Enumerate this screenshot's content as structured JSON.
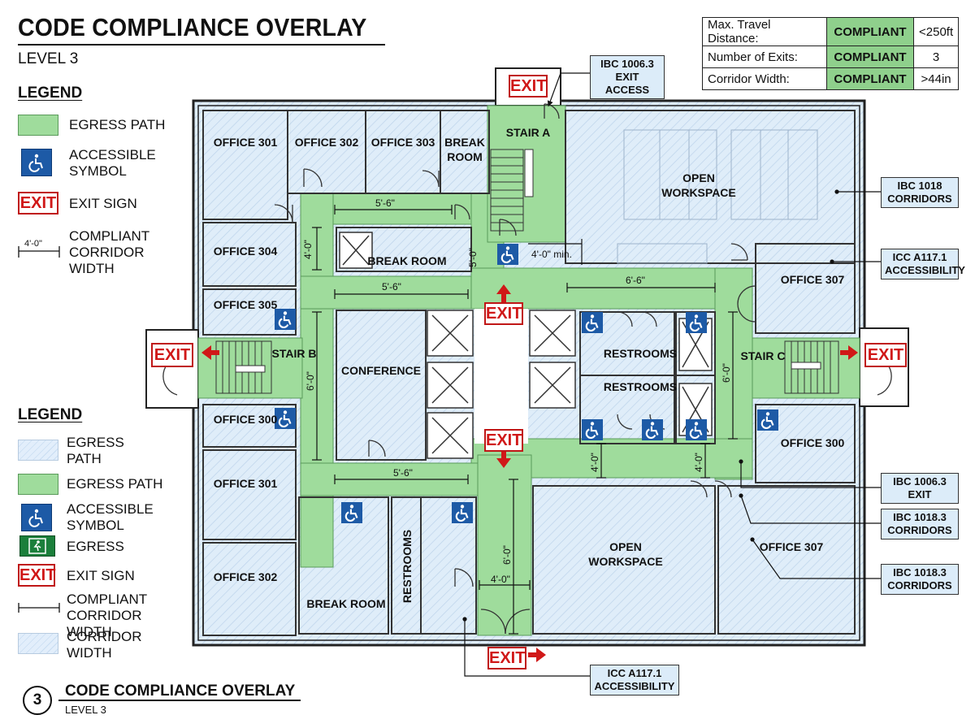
{
  "title": "CODE COMPLIANCE OVERLAY",
  "subtitle": "LEVEL 3",
  "legend1": {
    "heading": "LEGEND",
    "items": [
      "EGRESS PATH",
      "ACCESSIBLE SYMBOL",
      "EXIT SIGN",
      "COMPLIANT CORRIDOR WIDTH"
    ],
    "exit_text": "EXIT",
    "dim_text": "4'-0\""
  },
  "legend2": {
    "heading": "LEGEND",
    "items": [
      "EGRESS PATH",
      "EGRESS PATH",
      "ACCESSIBLE SYMBOL",
      "EGRESS",
      "EXIT SIGN",
      "COMPLIANT CORRIDOR WIDTH",
      "CORRIDOR WIDTH"
    ],
    "exit_text": "EXIT"
  },
  "summary": [
    {
      "label": "Max. Travel Distance:",
      "status": "COMPLIANT",
      "value": "<250ft"
    },
    {
      "label": "Number of Exits:",
      "status": "COMPLIANT",
      "value": "3"
    },
    {
      "label": "Corridor Width:",
      "status": "COMPLIANT",
      "value": ">44in"
    }
  ],
  "callouts": [
    {
      "code": "IBC 1006.3",
      "desc": "EXIT ACCESS"
    },
    {
      "code": "IBC 1018",
      "desc": "CORRIDORS"
    },
    {
      "code": "ICC A117.1",
      "desc": "ACCESSIBILITY"
    },
    {
      "code": "IBC 1006.3",
      "desc": "EXIT"
    },
    {
      "code": "IBC 1018.3",
      "desc": "CORRIDORS"
    },
    {
      "code": "IBC 1018.3",
      "desc": "CORRIDORS"
    },
    {
      "code": "ICC A117.1",
      "desc": "ACCESSIBILITY"
    }
  ],
  "rooms": {
    "office301": "OFFICE 301",
    "office302": "OFFICE 302",
    "office303": "OFFICE 303",
    "break_room_top": "BREAK ROOM",
    "stair_a": "STAIR A",
    "open_workspace_top": "OPEN WORKSPACE",
    "office304": "OFFICE 304",
    "break_room_mid": "BREAK ROOM",
    "office305": "OFFICE 305",
    "office307_top": "OFFICE 307",
    "stair_b": "STAIR B",
    "conference": "CONFERENCE",
    "restrooms_a": "RESTROOMS",
    "restrooms_b": "RESTROOMS",
    "stair_c": "STAIR C",
    "office300_left": "OFFICE 300",
    "office300_right": "OFFICE 300",
    "office301_lower": "OFFICE 301",
    "open_workspace_bottom": "OPEN WORKSPACE",
    "office307_bottom": "OFFICE 307",
    "office302_lower": "OFFICE 302",
    "break_room_bottom": "BREAK ROOM",
    "restrooms_vertical": "RESTROOMS"
  },
  "exit_text": "EXIT",
  "dimensions": {
    "d1": "5'-6\"",
    "d2": "4'-0\"",
    "d3": "5'-0\"",
    "d4": "4'-0\" min.",
    "d5": "5'-6\"",
    "d6": "6'-6\"",
    "d7": "6'-0\"",
    "d8": "6'-0\"",
    "d9": "5'-6\"",
    "d10": "4'-0\"",
    "d11": "4'-0\"",
    "d12": "6'-0\"",
    "d13": "4'-0\""
  },
  "footer": {
    "number": "3",
    "title": "CODE COMPLIANCE OVERLAY",
    "subtitle": "LEVEL 3"
  },
  "colors": {
    "egress_green": "#9fdc9c",
    "hatch_blue": "#dcecf9",
    "exit_red": "#d01818",
    "accessible_blue": "#1d5aa6"
  }
}
